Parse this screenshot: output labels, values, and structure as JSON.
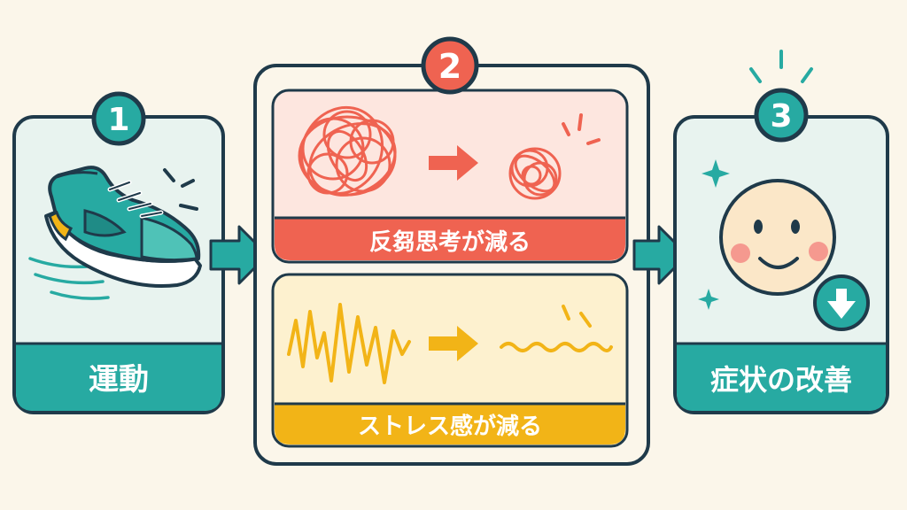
{
  "steps": [
    {
      "number": "1",
      "label": "運動"
    },
    {
      "number": "2",
      "label": "反芻思考が減る",
      "label_b": "ストレス感が減る"
    },
    {
      "number": "3",
      "label": "症状の改善"
    }
  ],
  "colors": {
    "background": "#fbf6ea",
    "outline": "#1f3a4a",
    "teal": "#27aaa2",
    "teal_light": "#e8f3ef",
    "red": "#ef6351",
    "red_light": "#fde6df",
    "yellow": "#f2b417",
    "yellow_light": "#fdf1cf",
    "face": "#fbe7c8",
    "blush": "#f5998f"
  },
  "icons": {
    "step1": "running-shoe-icon",
    "step2a": "tangled-thoughts-icon",
    "step2b": "stress-wave-icon",
    "step3": "smiling-face-icon",
    "step3_badge": "down-arrow-icon"
  }
}
